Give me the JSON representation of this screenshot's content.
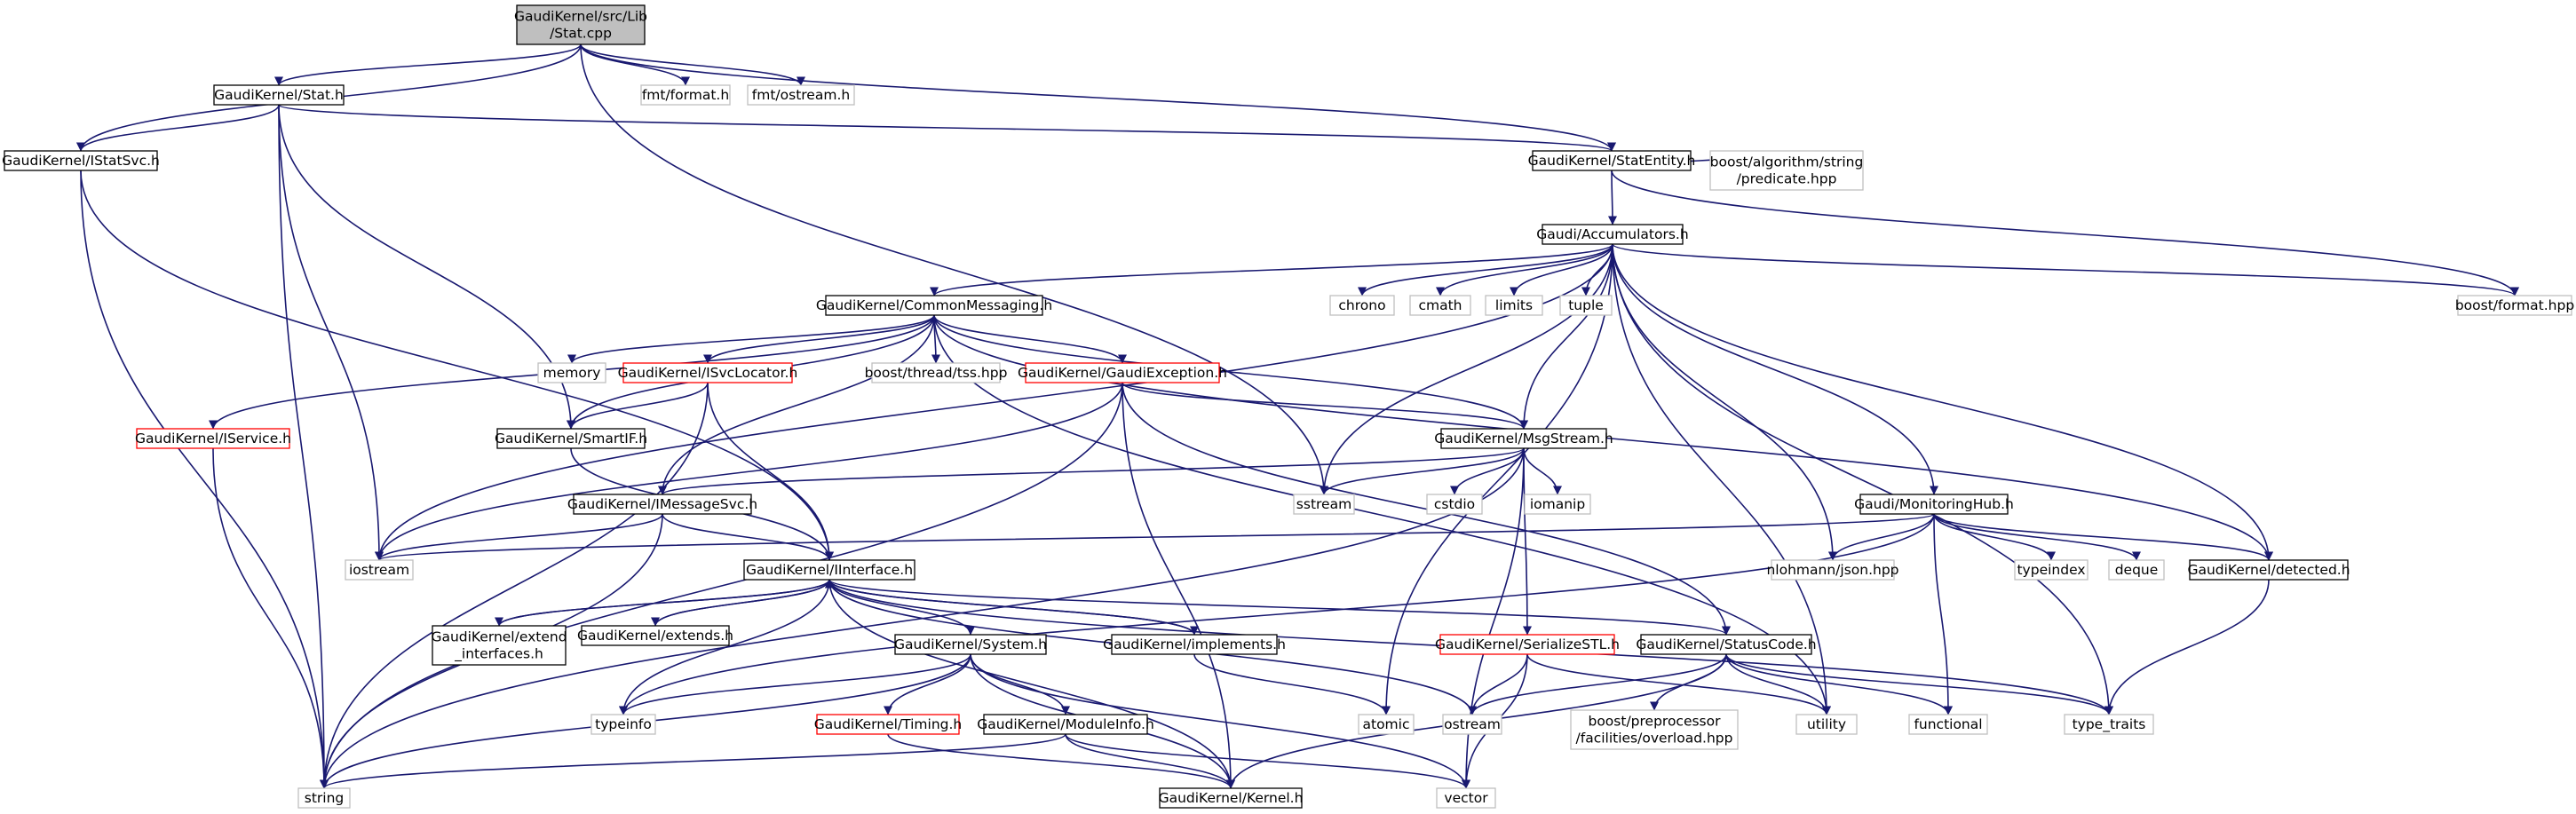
{
  "colors": {
    "edge": "#191970",
    "source_fill": "#bfbfbf",
    "source_stroke": "#000000",
    "documented_stroke": "#000000",
    "external_stroke": "#bfbfbf",
    "incomplete_stroke": "#ff0000",
    "background": "#ffffff",
    "text": "#000000"
  },
  "nodes": [
    {
      "id": "stat_cpp",
      "label": [
        "GaudiKernel/src/Lib",
        "/Stat.cpp"
      ],
      "kind": "source"
    },
    {
      "id": "stat_h",
      "label": [
        "GaudiKernel/Stat.h"
      ],
      "kind": "documented"
    },
    {
      "id": "istatsvc",
      "label": [
        "GaudiKernel/IStatSvc.h"
      ],
      "kind": "documented"
    },
    {
      "id": "fmt_format",
      "label": [
        "fmt/format.h"
      ],
      "kind": "external"
    },
    {
      "id": "fmt_ostream",
      "label": [
        "fmt/ostream.h"
      ],
      "kind": "external"
    },
    {
      "id": "statentity",
      "label": [
        "GaudiKernel/StatEntity.h"
      ],
      "kind": "documented"
    },
    {
      "id": "boost_pred",
      "label": [
        "boost/algorithm/string",
        "/predicate.hpp"
      ],
      "kind": "external"
    },
    {
      "id": "accum",
      "label": [
        "Gaudi/Accumulators.h"
      ],
      "kind": "documented"
    },
    {
      "id": "boost_format",
      "label": [
        "boost/format.hpp"
      ],
      "kind": "external"
    },
    {
      "id": "chrono",
      "label": [
        "chrono"
      ],
      "kind": "external"
    },
    {
      "id": "cmath",
      "label": [
        "cmath"
      ],
      "kind": "external"
    },
    {
      "id": "limits",
      "label": [
        "limits"
      ],
      "kind": "external"
    },
    {
      "id": "tuple",
      "label": [
        "tuple"
      ],
      "kind": "external"
    },
    {
      "id": "commsg",
      "label": [
        "GaudiKernel/CommonMessaging.h"
      ],
      "kind": "documented"
    },
    {
      "id": "memory",
      "label": [
        "memory"
      ],
      "kind": "external"
    },
    {
      "id": "isvcloc",
      "label": [
        "GaudiKernel/ISvcLocator.h"
      ],
      "kind": "incomplete"
    },
    {
      "id": "tss",
      "label": [
        "boost/thread/tss.hpp"
      ],
      "kind": "external"
    },
    {
      "id": "gexc",
      "label": [
        "GaudiKernel/GaudiException.h"
      ],
      "kind": "incomplete"
    },
    {
      "id": "iservice",
      "label": [
        "GaudiKernel/IService.h"
      ],
      "kind": "incomplete"
    },
    {
      "id": "smartif",
      "label": [
        "GaudiKernel/SmartIF.h"
      ],
      "kind": "documented"
    },
    {
      "id": "msgstream",
      "label": [
        "GaudiKernel/MsgStream.h"
      ],
      "kind": "documented"
    },
    {
      "id": "sstream",
      "label": [
        "sstream"
      ],
      "kind": "external"
    },
    {
      "id": "cstdio",
      "label": [
        "cstdio"
      ],
      "kind": "external"
    },
    {
      "id": "iomanip",
      "label": [
        "iomanip"
      ],
      "kind": "external"
    },
    {
      "id": "imsgsvc",
      "label": [
        "GaudiKernel/IMessageSvc.h"
      ],
      "kind": "documented"
    },
    {
      "id": "monhub",
      "label": [
        "Gaudi/MonitoringHub.h"
      ],
      "kind": "documented"
    },
    {
      "id": "iostream",
      "label": [
        "iostream"
      ],
      "kind": "external"
    },
    {
      "id": "nlohmann",
      "label": [
        "nlohmann/json.hpp"
      ],
      "kind": "external"
    },
    {
      "id": "typeindex",
      "label": [
        "typeindex"
      ],
      "kind": "external"
    },
    {
      "id": "deque",
      "label": [
        "deque"
      ],
      "kind": "external"
    },
    {
      "id": "detected",
      "label": [
        "GaudiKernel/detected.h"
      ],
      "kind": "documented"
    },
    {
      "id": "iinterface",
      "label": [
        "GaudiKernel/IInterface.h"
      ],
      "kind": "documented"
    },
    {
      "id": "extend_if",
      "label": [
        "GaudiKernel/extend",
        "_interfaces.h"
      ],
      "kind": "documented"
    },
    {
      "id": "extends",
      "label": [
        "GaudiKernel/extends.h"
      ],
      "kind": "documented"
    },
    {
      "id": "system",
      "label": [
        "GaudiKernel/System.h"
      ],
      "kind": "documented"
    },
    {
      "id": "implements",
      "label": [
        "GaudiKernel/implements.h"
      ],
      "kind": "documented"
    },
    {
      "id": "serialstl",
      "label": [
        "GaudiKernel/SerializeSTL.h"
      ],
      "kind": "incomplete"
    },
    {
      "id": "statuscode",
      "label": [
        "GaudiKernel/StatusCode.h"
      ],
      "kind": "documented"
    },
    {
      "id": "typeinfo",
      "label": [
        "typeinfo"
      ],
      "kind": "external"
    },
    {
      "id": "timing",
      "label": [
        "GaudiKernel/Timing.h"
      ],
      "kind": "incomplete"
    },
    {
      "id": "modinfo",
      "label": [
        "GaudiKernel/ModuleInfo.h"
      ],
      "kind": "documented"
    },
    {
      "id": "atomic",
      "label": [
        "atomic"
      ],
      "kind": "external"
    },
    {
      "id": "ostream",
      "label": [
        "ostream"
      ],
      "kind": "external"
    },
    {
      "id": "boost_pp",
      "label": [
        "boost/preprocessor",
        "/facilities/overload.hpp"
      ],
      "kind": "external"
    },
    {
      "id": "utility",
      "label": [
        "utility"
      ],
      "kind": "external"
    },
    {
      "id": "functional",
      "label": [
        "functional"
      ],
      "kind": "external"
    },
    {
      "id": "type_traits",
      "label": [
        "type_traits"
      ],
      "kind": "external"
    },
    {
      "id": "string",
      "label": [
        "string"
      ],
      "kind": "external"
    },
    {
      "id": "kernel",
      "label": [
        "GaudiKernel/Kernel.h"
      ],
      "kind": "documented"
    },
    {
      "id": "vector",
      "label": [
        "vector"
      ],
      "kind": "external"
    }
  ],
  "edges": [
    [
      "stat_cpp",
      "stat_h"
    ],
    [
      "stat_cpp",
      "istatsvc"
    ],
    [
      "stat_cpp",
      "fmt_format"
    ],
    [
      "stat_cpp",
      "fmt_ostream"
    ],
    [
      "stat_cpp",
      "statentity"
    ],
    [
      "stat_cpp",
      "sstream"
    ],
    [
      "stat_h",
      "istatsvc"
    ],
    [
      "stat_h",
      "statentity"
    ],
    [
      "stat_h",
      "smartif"
    ],
    [
      "stat_h",
      "iostream"
    ],
    [
      "stat_h",
      "string"
    ],
    [
      "istatsvc",
      "iinterface"
    ],
    [
      "istatsvc",
      "string"
    ],
    [
      "statentity",
      "accum"
    ],
    [
      "statentity",
      "boost_pred"
    ],
    [
      "statentity",
      "boost_format"
    ],
    [
      "accum",
      "commsg"
    ],
    [
      "accum",
      "chrono"
    ],
    [
      "accum",
      "cmath"
    ],
    [
      "accum",
      "limits"
    ],
    [
      "accum",
      "tuple"
    ],
    [
      "accum",
      "boost_format"
    ],
    [
      "accum",
      "msgstream"
    ],
    [
      "accum",
      "monhub"
    ],
    [
      "accum",
      "detected"
    ],
    [
      "accum",
      "nlohmann"
    ],
    [
      "accum",
      "atomic"
    ],
    [
      "accum",
      "iostream"
    ],
    [
      "accum",
      "sstream"
    ],
    [
      "accum",
      "utility"
    ],
    [
      "accum",
      "type_traits"
    ],
    [
      "commsg",
      "iservice"
    ],
    [
      "commsg",
      "memory"
    ],
    [
      "commsg",
      "isvcloc"
    ],
    [
      "commsg",
      "tss"
    ],
    [
      "commsg",
      "gexc"
    ],
    [
      "commsg",
      "smartif"
    ],
    [
      "commsg",
      "msgstream"
    ],
    [
      "commsg",
      "imsgsvc"
    ],
    [
      "commsg",
      "detected"
    ],
    [
      "commsg",
      "utility"
    ],
    [
      "isvcloc",
      "smartif"
    ],
    [
      "isvcloc",
      "iinterface"
    ],
    [
      "isvcloc",
      "string"
    ],
    [
      "gexc",
      "msgstream"
    ],
    [
      "gexc",
      "statuscode"
    ],
    [
      "gexc",
      "kernel"
    ],
    [
      "gexc",
      "iostream"
    ],
    [
      "gexc",
      "string"
    ],
    [
      "iservice",
      "string"
    ],
    [
      "smartif",
      "iinterface"
    ],
    [
      "msgstream",
      "imsgsvc"
    ],
    [
      "msgstream",
      "sstream"
    ],
    [
      "msgstream",
      "cstdio"
    ],
    [
      "msgstream",
      "iomanip"
    ],
    [
      "msgstream",
      "serialstl"
    ],
    [
      "msgstream",
      "string"
    ],
    [
      "msgstream",
      "vector"
    ],
    [
      "imsgsvc",
      "iinterface"
    ],
    [
      "imsgsvc",
      "iostream"
    ],
    [
      "imsgsvc",
      "string"
    ],
    [
      "monhub",
      "nlohmann"
    ],
    [
      "monhub",
      "typeindex"
    ],
    [
      "monhub",
      "deque"
    ],
    [
      "monhub",
      "detected"
    ],
    [
      "monhub",
      "functional"
    ],
    [
      "monhub",
      "iostream"
    ],
    [
      "monhub",
      "typeinfo"
    ],
    [
      "detected",
      "type_traits"
    ],
    [
      "iinterface",
      "extend_if"
    ],
    [
      "iinterface",
      "extends"
    ],
    [
      "iinterface",
      "system"
    ],
    [
      "iinterface",
      "implements"
    ],
    [
      "iinterface",
      "statuscode"
    ],
    [
      "iinterface",
      "kernel"
    ],
    [
      "iinterface",
      "typeinfo"
    ],
    [
      "iinterface",
      "ostream"
    ],
    [
      "iinterface",
      "type_traits"
    ],
    [
      "extend_if",
      "iinterface"
    ],
    [
      "extends",
      "iinterface"
    ],
    [
      "implements",
      "iinterface"
    ],
    [
      "implements",
      "atomic"
    ],
    [
      "system",
      "typeinfo"
    ],
    [
      "system",
      "timing"
    ],
    [
      "system",
      "modinfo"
    ],
    [
      "system",
      "kernel"
    ],
    [
      "system",
      "string"
    ],
    [
      "system",
      "vector"
    ],
    [
      "timing",
      "kernel"
    ],
    [
      "modinfo",
      "kernel"
    ],
    [
      "modinfo",
      "string"
    ],
    [
      "modinfo",
      "vector"
    ],
    [
      "serialstl",
      "ostream"
    ],
    [
      "serialstl",
      "vector"
    ],
    [
      "serialstl",
      "utility"
    ],
    [
      "statuscode",
      "boost_pp"
    ],
    [
      "statuscode",
      "ostream"
    ],
    [
      "statuscode",
      "utility"
    ],
    [
      "statuscode",
      "functional"
    ],
    [
      "statuscode",
      "type_traits"
    ],
    [
      "statuscode",
      "kernel"
    ]
  ]
}
